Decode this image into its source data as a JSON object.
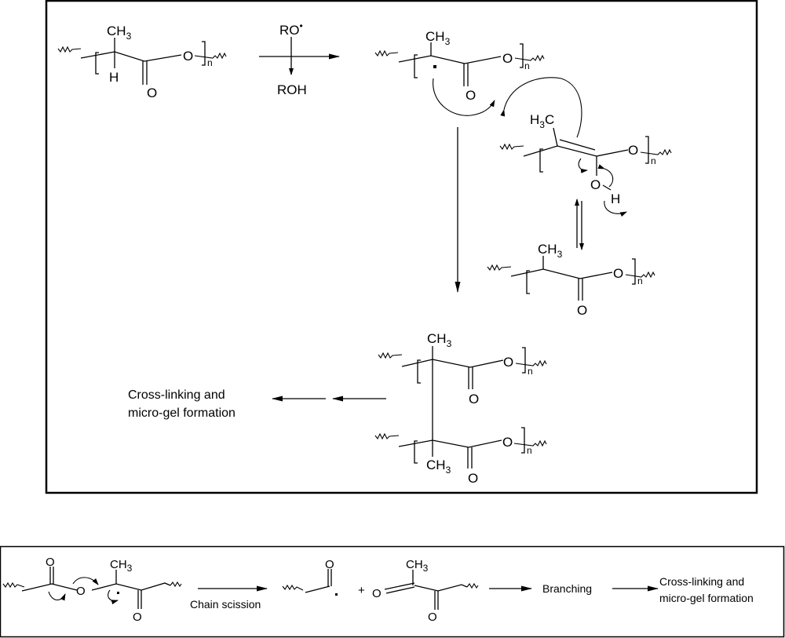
{
  "diagram": {
    "top_panel": {
      "reactant": {
        "substituent_top": "CH",
        "substituent_top_sub": "3",
        "substituent_bottom": "H",
        "ester_o": "O",
        "carbonyl_o": "O",
        "repeat": "n"
      },
      "step1": {
        "reagent_above": "RO",
        "reagent_radical": "•",
        "product_below": "ROH"
      },
      "radical": {
        "substituent_top": "CH",
        "substituent_top_sub": "3",
        "ester_o": "O",
        "carbonyl_o": "O",
        "repeat": "n",
        "radical_dot": "•"
      },
      "enol": {
        "methyl_h": "H",
        "methyl_sub": "3",
        "methyl_c": "C",
        "ester_o": "O",
        "hydroxyl_o": "O",
        "hydroxyl_h": "H",
        "repeat": "n"
      },
      "regenerated": {
        "substituent_top": "CH",
        "substituent_top_sub": "3",
        "ester_o": "O",
        "carbonyl_o": "O",
        "repeat": "n"
      },
      "crosslinked": {
        "upper_substituent": "CH",
        "upper_substituent_sub": "3",
        "lower_substituent": "CH",
        "lower_substituent_sub": "3",
        "ester_o": "O",
        "carbonyl_o": "O",
        "repeat": "n"
      },
      "outcome_line1": "Cross-linking and",
      "outcome_line2": "micro-gel formation"
    },
    "bottom_panel": {
      "reactant": {
        "carbonyl_o1": "O",
        "ester_o": "O",
        "methyl": "CH",
        "methyl_sub": "3",
        "carbonyl_o2": "O"
      },
      "step_label": "Chain scission",
      "product1": {
        "carbonyl_o": "O"
      },
      "plus": "+",
      "product2": {
        "alkene_o": "O",
        "methyl": "CH",
        "methyl_sub": "3",
        "carbonyl_o": "O"
      },
      "branching_label": "Branching",
      "outcome_line1": "Cross-linking and",
      "outcome_line2": "micro-gel formation"
    }
  }
}
